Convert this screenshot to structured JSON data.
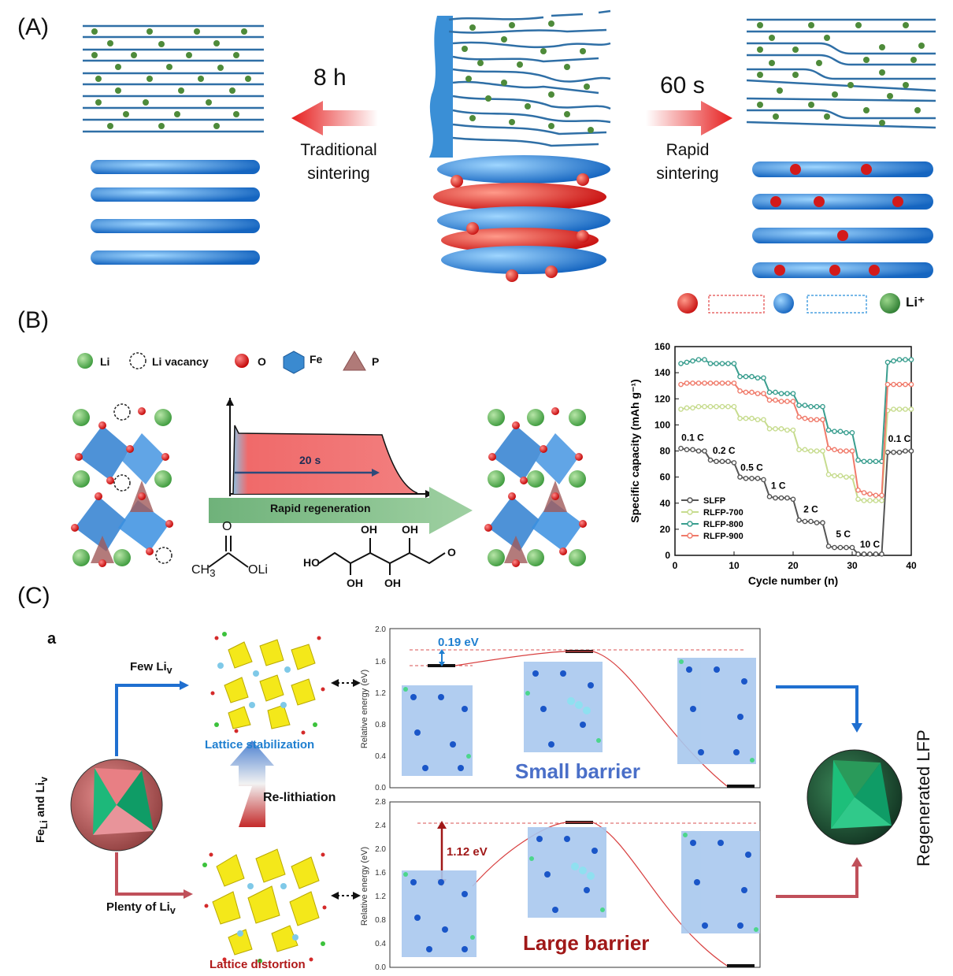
{
  "panels": {
    "a": "(A)",
    "b": "(B)",
    "c": "(C)",
    "sub_a": "a"
  },
  "panel_a": {
    "left_time": "8 h",
    "left_caption": [
      "Traditional",
      "sintering"
    ],
    "right_time": "60 s",
    "right_caption": [
      "Rapid",
      "sintering"
    ],
    "legend_li": "Li⁺"
  },
  "panel_b": {
    "legend": {
      "li": "Li",
      "vacancy": "Li vacancy",
      "o": "O",
      "fe": "Fe",
      "p": "P"
    },
    "pulse_label": "20 s",
    "arrow_label": "Rapid regeneration",
    "acetate": {
      "o_top": "O",
      "ch3": "CH",
      "ch3_sub": "3",
      "oli": "OLi"
    },
    "sugar": {
      "oh1": "OH",
      "oh2": "OH",
      "ho": "HO",
      "oh3": "OH",
      "oh4": "OH",
      "o": "O"
    }
  },
  "chart_data": {
    "type": "line",
    "xlabel": "Cycle number (n)",
    "ylabel": "Specific capacity (mAh g⁻¹)",
    "xlim": [
      0,
      40
    ],
    "ylim": [
      0,
      160
    ],
    "xticks": [
      0,
      10,
      20,
      30,
      40
    ],
    "yticks": [
      0,
      20,
      40,
      60,
      80,
      100,
      120,
      140,
      160
    ],
    "legend_position": "bottom-left",
    "x": [
      1,
      2,
      3,
      4,
      5,
      6,
      7,
      8,
      9,
      10,
      11,
      12,
      13,
      14,
      15,
      16,
      17,
      18,
      19,
      20,
      21,
      22,
      23,
      24,
      25,
      26,
      27,
      28,
      29,
      30,
      31,
      32,
      33,
      34,
      35,
      36,
      37,
      38,
      39,
      40
    ],
    "series": [
      {
        "name": "SLFP",
        "color": "#555555",
        "values": [
          82,
          81,
          81,
          80,
          80,
          73,
          72,
          72,
          72,
          71,
          60,
          59,
          59,
          59,
          58,
          45,
          44,
          44,
          44,
          43,
          27,
          26,
          26,
          25,
          25,
          7,
          6,
          6,
          6,
          6,
          1,
          1,
          1,
          1,
          1,
          79,
          79,
          79,
          80,
          80
        ]
      },
      {
        "name": "RLFP-700",
        "color": "#c7dc8f",
        "values": [
          112,
          113,
          113,
          114,
          114,
          114,
          114,
          114,
          114,
          114,
          105,
          105,
          105,
          104,
          104,
          97,
          97,
          97,
          96,
          96,
          81,
          81,
          80,
          80,
          80,
          62,
          61,
          61,
          60,
          60,
          43,
          42,
          42,
          42,
          42,
          111,
          112,
          112,
          112,
          112
        ]
      },
      {
        "name": "RLFP-800",
        "color": "#3a9e8f",
        "values": [
          147,
          148,
          149,
          150,
          150,
          147,
          147,
          147,
          147,
          147,
          137,
          137,
          137,
          136,
          136,
          125,
          125,
          124,
          124,
          124,
          115,
          115,
          114,
          114,
          114,
          96,
          95,
          95,
          94,
          94,
          73,
          72,
          72,
          72,
          72,
          148,
          149,
          150,
          150,
          150
        ]
      },
      {
        "name": "RLFP-900",
        "color": "#f07b6b",
        "values": [
          131,
          132,
          132,
          132,
          132,
          132,
          132,
          132,
          132,
          132,
          126,
          125,
          125,
          124,
          124,
          119,
          119,
          118,
          118,
          118,
          106,
          105,
          104,
          104,
          104,
          82,
          81,
          80,
          80,
          80,
          50,
          48,
          47,
          46,
          46,
          131,
          131,
          131,
          131,
          131
        ]
      }
    ],
    "annotations": [
      {
        "text": "0.1 C",
        "x": 3,
        "y": 88
      },
      {
        "text": "0.2 C",
        "x": 8.3,
        "y": 78
      },
      {
        "text": "0.5 C",
        "x": 13,
        "y": 65
      },
      {
        "text": "1 C",
        "x": 17.5,
        "y": 51
      },
      {
        "text": "2 C",
        "x": 23,
        "y": 33
      },
      {
        "text": "5 C",
        "x": 28.5,
        "y": 14
      },
      {
        "text": "10 C",
        "x": 33,
        "y": 6
      },
      {
        "text": "0.1 C",
        "x": 38,
        "y": 87
      }
    ]
  },
  "panel_c": {
    "left_label_main": "Fe",
    "left_label_sub": "Li",
    "left_label_mid": " and Li",
    "left_label_sub2": "v",
    "few": "Few Li",
    "few_sub": "v",
    "plenty": "Plenty of Li",
    "plenty_sub": "v",
    "lattice_stab": "Lattice stabilization",
    "lattice_dist": "Lattice distortion",
    "relith": "Re-lithiation",
    "regen": "Regenerated LFP",
    "top_energy": {
      "ylabel": "Relative energy (eV)",
      "yticks": [
        "0.0",
        "0.4",
        "0.8",
        "1.2",
        "1.6",
        "2.0"
      ],
      "barrier": "0.19 eV",
      "caption": "Small barrier"
    },
    "bot_energy": {
      "ylabel": "Relative energy (eV)",
      "yticks": [
        "0.0",
        "0.4",
        "0.8",
        "1.2",
        "1.6",
        "2.0",
        "2.4",
        "2.8"
      ],
      "barrier": "1.12 eV",
      "caption": "Large barrier"
    }
  }
}
